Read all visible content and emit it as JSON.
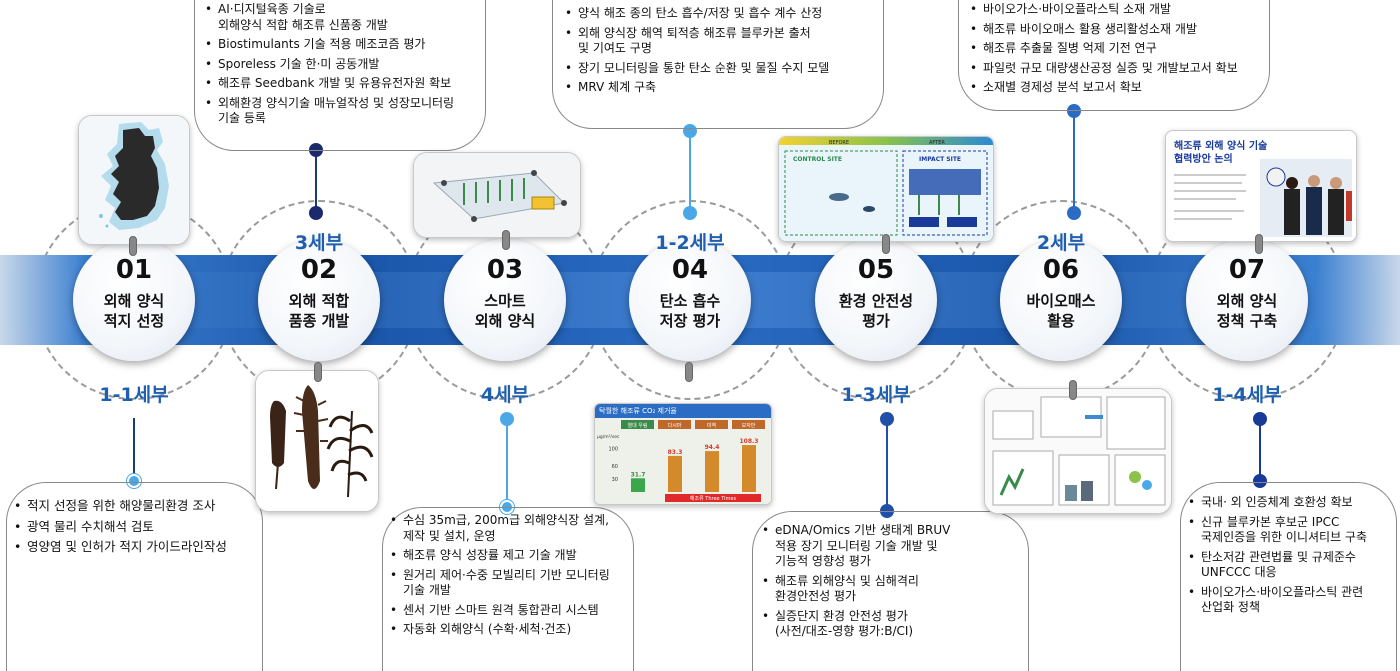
{
  "stages": [
    {
      "num": "01",
      "title": "외해 양식\n적지 선정",
      "team": "1-1세부"
    },
    {
      "num": "02",
      "title": "외해 적합\n품종 개발",
      "team": "3세부"
    },
    {
      "num": "03",
      "title": "스마트\n외해 양식",
      "team": "4세부"
    },
    {
      "num": "04",
      "title": "탄소 흡수\n저장 평가",
      "team": "1-2세부"
    },
    {
      "num": "05",
      "title": "환경 안전성\n평가",
      "team": "1-3세부"
    },
    {
      "num": "06",
      "title": "바이오매스\n활용",
      "team": "2세부"
    },
    {
      "num": "07",
      "title": "외해 양식\n정책 구축",
      "team": "1-4세부"
    }
  ],
  "lists": {
    "s1": [
      "적지 선정을 위한 해양물리환경 조사",
      "광역 물리 수치해석 검토",
      "영양염 및 인허가 적지 가이드라인작성"
    ],
    "s2": [
      "AI·디지털육종 기술로\n외해양식 적합 해조류 신품종 개발",
      "Biostimulants 기술 적용 메조코즘 평가",
      "Sporeless 기술 한·미 공동개발",
      "해조류 Seedbank 개발 및 유용유전자원 확보",
      "외해환경 양식기술 매뉴얼작성 및 성장모니터링\n기술 등록"
    ],
    "s3": [
      "수심 35m급, 200m급 외해양식장 설계,\n제작 및 설치, 운영",
      "해조류 양식 성장률 제고 기술 개발",
      "원거리 제어·수중 모빌리티 기반 모니터링\n기술 개발",
      "센서 기반 스마트 원격 통합관리 시스템",
      "자동화 외해양식 (수확·세척·건조)"
    ],
    "s4": [
      "양식 해조 종의 탄소 흡수/저장 및 흡수 계수 산정",
      "외해 양식장 해역 퇴적층 해조류 블루카본 출처\n및 기여도 구명",
      "장기 모니터링을 통한 탄소 순환 및 물질 수지 모델",
      "MRV 체계 구축"
    ],
    "s5": [
      "eDNA/Omics 기반 생태계 BRUV\n적용 장기 모니터링 기술 개발 및\n기능적 영향성 평가",
      "해조류 외해양식 및 심해격리\n환경안전성 평가",
      "실증단지 환경 안전성 평가\n(사전/대조-영향 평가:B/CI)"
    ],
    "s6": [
      "바이오가스·바이오플라스틱 소재 개발",
      "해조류 바이오매스 활용 생리활성소재 개발",
      "해조류 추출물 질병 억제 기전 연구",
      "파일럿 규모 대량생산공정 실증 및 개발보고서 확보",
      "소재별 경제성 분석 보고서 확보"
    ],
    "s7": [
      "국내· 외 인증체계 호환성 확보",
      "신규 블루카본 후보군 IPCC\n국제인증을 위한  이니셔티브 구축",
      "탄소저감 관련법률 및 규제준수\nUNFCCC 대응",
      "바이오가스·바이오플라스틱 관련\n산업화 정책"
    ]
  },
  "card4": {
    "title": "탁월한 해조류 CO₂ 제거율",
    "unit": "μg/m²/sec",
    "columns": [
      "열대 우림",
      "다시마",
      "미역",
      "모자반"
    ],
    "chart_data": {
      "type": "bar",
      "categories": [
        "열대 우림",
        "다시마",
        "미역",
        "모자반"
      ],
      "values": [
        31.7,
        83.3,
        94.4,
        108.3
      ],
      "ylim": [
        0,
        120
      ],
      "yticks": [
        30,
        60,
        100
      ]
    },
    "footer": "해조류 Three Times"
  },
  "card5": {
    "before": "BEFORE",
    "after": "AFTER",
    "control": "CONTROL SITE",
    "impact": "IMPACT SITE"
  },
  "card7": {
    "headline1": "해조류 외해 양식 기술",
    "headline2": "협력방안 논의"
  },
  "colors": {
    "band": "#1a55a8",
    "team": "#1f5fb0",
    "dot_dark": "#1a2a6c",
    "dot_light": "#4aa8e8"
  }
}
